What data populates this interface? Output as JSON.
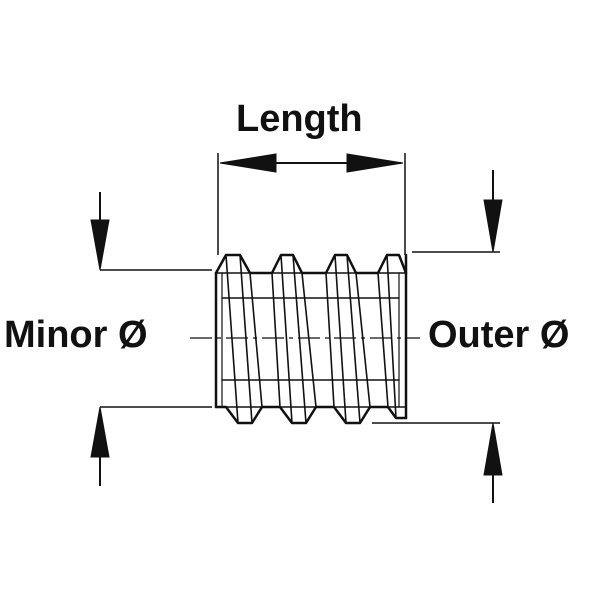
{
  "labels": {
    "length": "Length",
    "minor_diameter": "Minor Ø",
    "outer_diameter": "Outer Ø"
  },
  "colors": {
    "stroke": "#111111",
    "background": "#ffffff"
  },
  "thread": {
    "crests": 4
  }
}
